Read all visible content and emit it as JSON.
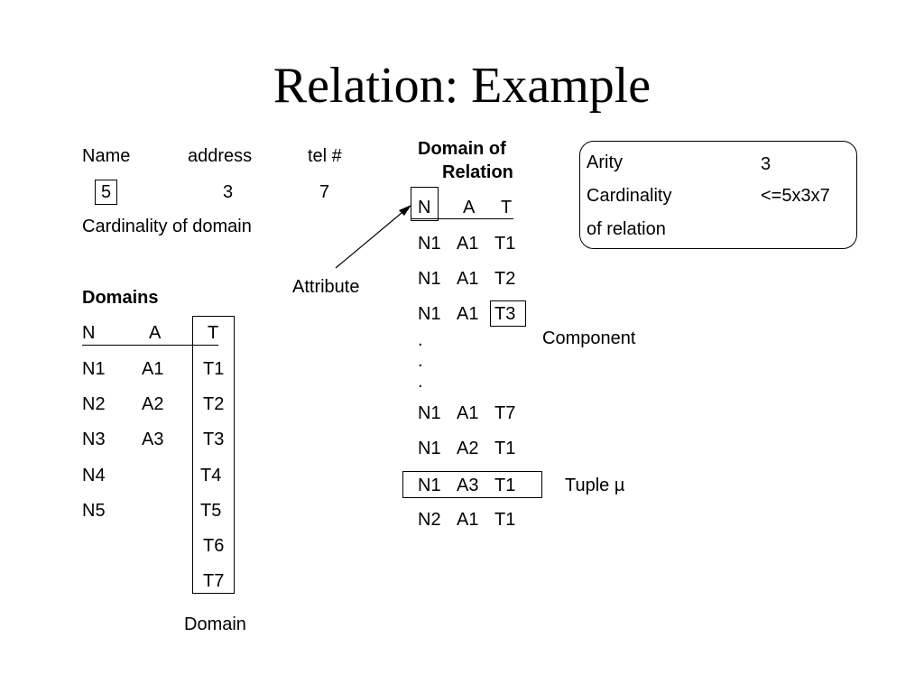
{
  "title": "Relation: Example",
  "left": {
    "headers": [
      "Name",
      "address",
      "tel #"
    ],
    "cardinalities": [
      "5",
      "3",
      "7"
    ],
    "cardinality_label": "Cardinality of domain",
    "domains_title": "Domains",
    "domain_headers": [
      "N",
      "A",
      "T"
    ],
    "domain_rows": [
      [
        "N1",
        "A1",
        "T1"
      ],
      [
        "N2",
        "A2",
        "T2"
      ],
      [
        "N3",
        "A3",
        "T3"
      ],
      [
        "N4",
        "",
        "T4"
      ],
      [
        "N5",
        "",
        "T5"
      ],
      [
        "",
        "",
        "T6"
      ],
      [
        "",
        "",
        "T7"
      ]
    ],
    "domain_caption": "Domain"
  },
  "middle": {
    "title_line1": "Domain of",
    "title_line2": "Relation",
    "headers": [
      "N",
      "A",
      "T"
    ],
    "rows_top": [
      [
        "N1",
        "A1",
        "T1"
      ],
      [
        "N1",
        "A1",
        "T2"
      ],
      [
        "N1",
        "A1",
        "T3"
      ]
    ],
    "ellipsis": [
      ".",
      ".",
      "."
    ],
    "rows_bottom": [
      [
        "N1",
        "A1",
        "T7"
      ],
      [
        "N1",
        "A2",
        "T1"
      ],
      [
        "N1",
        "A3",
        "T1"
      ],
      [
        "N2",
        "A1",
        "T1"
      ]
    ],
    "attribute_label": "Attribute",
    "component_label": "Component",
    "tuple_label": "Tuple µ"
  },
  "info_box": {
    "arity_label": "Arity",
    "arity_value": "3",
    "cardinality_label": "Cardinality",
    "cardinality_value": "<=5x3x7",
    "relation_label": "of relation"
  }
}
